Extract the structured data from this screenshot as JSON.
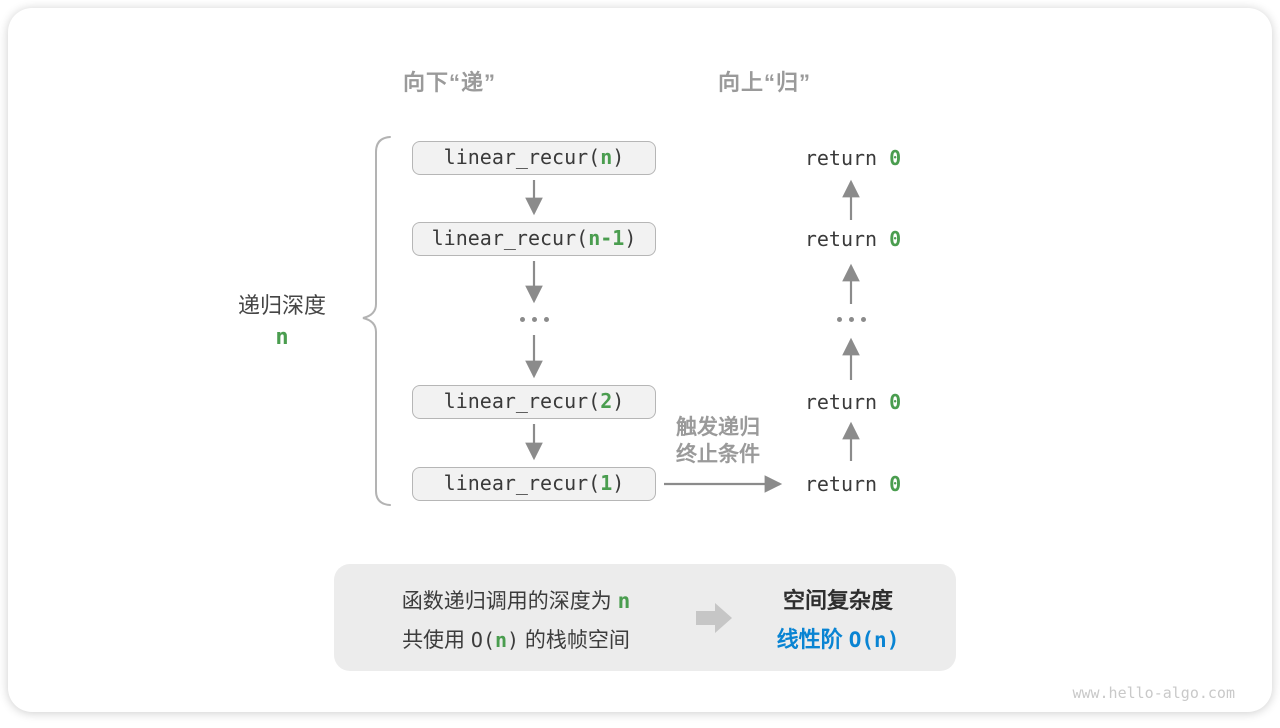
{
  "colors": {
    "code_green": "#4a9d4f",
    "accent_blue": "#0984d3",
    "arrow_gray": "#8b8b8b",
    "muted_gray": "#9a9a9a",
    "box_fill": "#f2f2f2",
    "box_border": "#b6b6b6",
    "summary_fill": "#ececec"
  },
  "headers": {
    "down": "向下“递”",
    "up": "向上“归”"
  },
  "depth_label": {
    "text": "递归深度",
    "value": "n"
  },
  "calls": [
    {
      "pre": "linear_recur(",
      "arg": "n",
      "post": ")"
    },
    {
      "pre": "linear_recur(",
      "arg": "n-1",
      "post": ")"
    },
    {
      "pre": "linear_recur(",
      "arg": "2",
      "post": ")"
    },
    {
      "pre": "linear_recur(",
      "arg": "1",
      "post": ")"
    }
  ],
  "returns": [
    {
      "pre": "return ",
      "val": "0"
    },
    {
      "pre": "return ",
      "val": "0"
    },
    {
      "pre": "return ",
      "val": "0"
    },
    {
      "pre": "return ",
      "val": "0"
    }
  ],
  "trigger_label": {
    "line1": "触发递归",
    "line2": "终止条件"
  },
  "summary": {
    "left_line1_pre": "函数递归调用的深度为 ",
    "left_line1_n": "n",
    "left_line2_pre": "共使用 ",
    "left_line2_code_open": "O(",
    "left_line2_n": "n",
    "left_line2_code_close": ")",
    "left_line2_post": " 的栈帧空间",
    "right_title": "空间复杂度",
    "right_value_pre": "线性阶 ",
    "right_value_code": "O(n)"
  },
  "watermark": "www.hello-algo.com"
}
